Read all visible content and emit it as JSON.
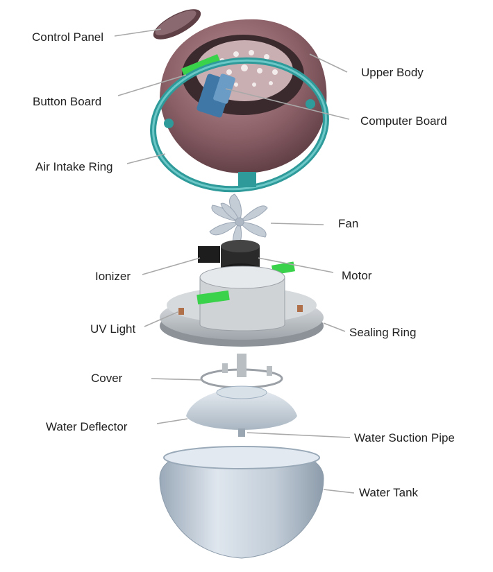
{
  "labels": {
    "control_panel": "Control Panel",
    "button_board": "Button Board",
    "air_intake_ring": "Air Intake Ring",
    "upper_body": "Upper Body",
    "computer_board": "Computer Board",
    "fan": "Fan",
    "ionizer": "Ionizer",
    "motor": "Motor",
    "uv_light": "UV Light",
    "sealing_ring": "Sealing Ring",
    "cover": "Cover",
    "water_deflector": "Water Deflector",
    "water_suction_pipe": "Water Suction Pipe",
    "water_tank": "Water Tank"
  },
  "colors": {
    "upper_body": "#8a5f66",
    "air_intake_ring": "#2f9a9a",
    "board": "#3ad24a",
    "computer_board": "#3f78a6",
    "fan": "#c4ccd6",
    "motor": "#2a2a2a",
    "base": "#cfd3d6",
    "water_tank": "#bcc8d4",
    "leader": "#a9a9a9"
  }
}
